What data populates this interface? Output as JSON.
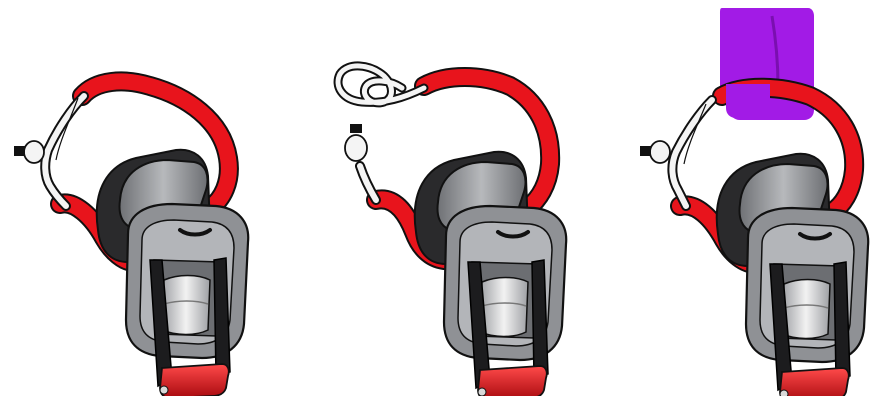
{
  "figure": {
    "panels": [
      {
        "step": 1,
        "shackle_state": "closed",
        "has_strap": false
      },
      {
        "step": 2,
        "shackle_state": "open",
        "has_strap": false
      },
      {
        "step": 3,
        "shackle_state": "closed",
        "has_strap": true
      }
    ]
  },
  "colors": {
    "shackle_red": "#e8141c",
    "shackle_red_dark": "#b20a10",
    "body_gray": "#8d8f93",
    "body_gray_light": "#c5c7ca",
    "body_dark": "#2a2a2c",
    "lever_black": "#1c1c1e",
    "strap_purple": "#a21be6",
    "outline": "#111111",
    "pin_white": "#f4f4f4"
  }
}
